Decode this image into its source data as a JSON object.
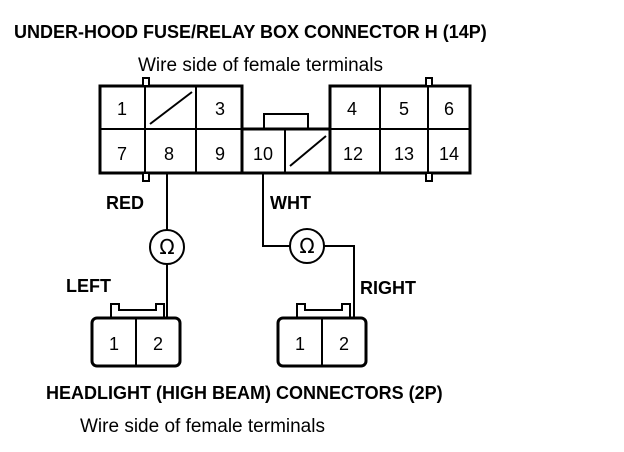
{
  "title": "UNDER-HOOD FUSE/RELAY BOX CONNECTOR H (14P)",
  "subtitle_top": "Wire side of female terminals",
  "fuse_box_pins": {
    "p1": "1",
    "p3": "3",
    "p4": "4",
    "p5": "5",
    "p6": "6",
    "p7": "7",
    "p8": "8",
    "p9": "9",
    "p10": "10",
    "p12": "12",
    "p13": "13",
    "p14": "14"
  },
  "wires": {
    "red": "RED",
    "wht": "WHT"
  },
  "resistor_symbol": "Ω",
  "sides": {
    "left": "LEFT",
    "right": "RIGHT"
  },
  "headlight_left_pins": {
    "p1": "1",
    "p2": "2"
  },
  "headlight_right_pins": {
    "p1": "1",
    "p2": "2"
  },
  "bottom_title": "HEADLIGHT (HIGH BEAM) CONNECTORS (2P)",
  "subtitle_bottom": "Wire side of female terminals"
}
